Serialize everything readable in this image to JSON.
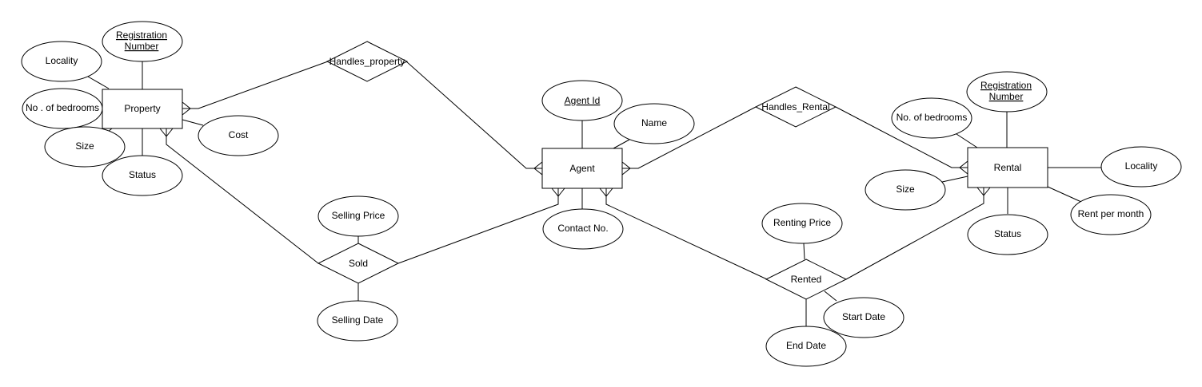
{
  "diagram": {
    "entities": {
      "property": "Property",
      "agent": "Agent",
      "rental": "Rental"
    },
    "relationships": {
      "handles_property": "Handles_property",
      "handles_rental": "Handles_Rental",
      "sold": "Sold",
      "rented": "Rented"
    },
    "attributes": {
      "property_registration_number": [
        "Registration ",
        "Number "
      ],
      "property_locality": "Locality",
      "property_bedrooms": "No . of bedrooms",
      "property_size": "Size",
      "property_status": "Status",
      "property_cost": "Cost",
      "agent_id": "Agent Id",
      "agent_name": "Name",
      "agent_contact": "Contact No.",
      "sold_selling_price": "Selling Price",
      "sold_selling_date": "Selling Date",
      "rental_registration_number": [
        "Registration ",
        "Number "
      ],
      "rental_bedrooms": "No. of bedrooms",
      "rental_size": "Size",
      "rental_locality": "Locality",
      "rental_rent_per_month": "Rent per month",
      "rental_status": "Status",
      "rented_renting_price": "Renting Price",
      "rented_start_date": "Start Date",
      "rented_end_date": "End Date"
    },
    "key_attributes": [
      "property_registration_number",
      "agent_id",
      "rental_registration_number"
    ]
  }
}
